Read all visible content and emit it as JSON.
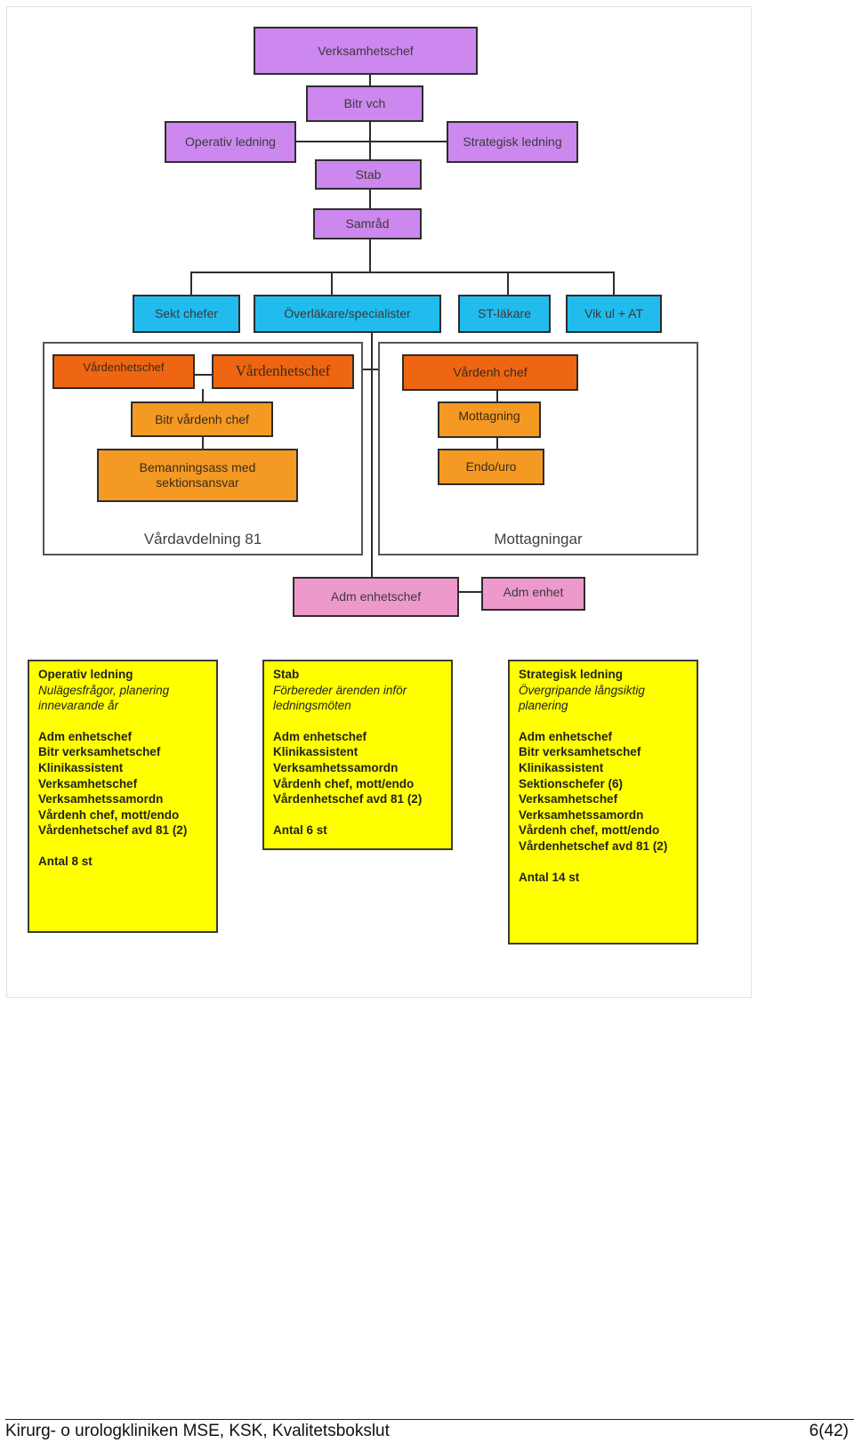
{
  "org": {
    "verksamhetschef": "Verksamhetschef",
    "bitr_vch": "Bitr vch",
    "operativ": "Operativ ledning",
    "strategisk": "Strategisk ledning",
    "stab": "Stab",
    "samrad": "Samråd",
    "sekt_chefer": "Sekt chefer",
    "overlakare": "Överläkare/specialister",
    "st_lakare": "ST-läkare",
    "vik_ul": "Vik ul + AT",
    "vardenhetschef_1": "Vårdenhetschef",
    "vardenhetschef_2": "Vårdenhetschef",
    "bitr_vardenh": "Bitr vårdenh chef",
    "bemanning": "Bemanningsass med sektionsansvar",
    "vardavdelning": "Vårdavdelning 81",
    "vardenh_chef": "Vårdenh chef",
    "mottagning": "Mottagning",
    "endo_uro": "Endo/uro",
    "mottagningar": "Mottagningar",
    "adm_enhetschef": "Adm enhetschef",
    "adm_enhet": "Adm enhet"
  },
  "notes": [
    {
      "title": "Operativ ledning",
      "subtitle": [
        "Nulägesfrågor, planering",
        "innevarande år"
      ],
      "members": [
        "Adm enhetschef",
        "Bitr verksamhetschef",
        "Klinikassistent",
        "Verksamhetschef",
        "Verksamhetssamordn",
        "Vårdenh chef, mott/endo",
        "Vårdenhetschef avd 81 (2)"
      ],
      "count": "Antal 8 st"
    },
    {
      "title": "Stab",
      "subtitle": [
        "Förbereder ärenden inför",
        "ledningsmöten"
      ],
      "members": [
        "Adm enhetschef",
        "Klinikassistent",
        "Verksamhetssamordn",
        "Vårdenh chef, mott/endo",
        "Vårdenhetschef avd 81 (2)"
      ],
      "count": "Antal 6 st"
    },
    {
      "title": "Strategisk ledning",
      "subtitle": [
        "Övergripande långsiktig",
        "planering"
      ],
      "members": [
        "Adm enhetschef",
        "Bitr verksamhetschef",
        "Klinikassistent",
        "Sektionschefer (6)",
        "Verksamhetschef",
        "Verksamhetssamordn",
        "Vårdenh chef, mott/endo",
        "Vårdenhetschef avd 81 (2)"
      ],
      "count": "Antal 14 st"
    }
  ],
  "footer": {
    "left": "Kirurg- o urologkliniken MSE, KSK, Kvalitetsbokslut",
    "right": "6(42)"
  }
}
